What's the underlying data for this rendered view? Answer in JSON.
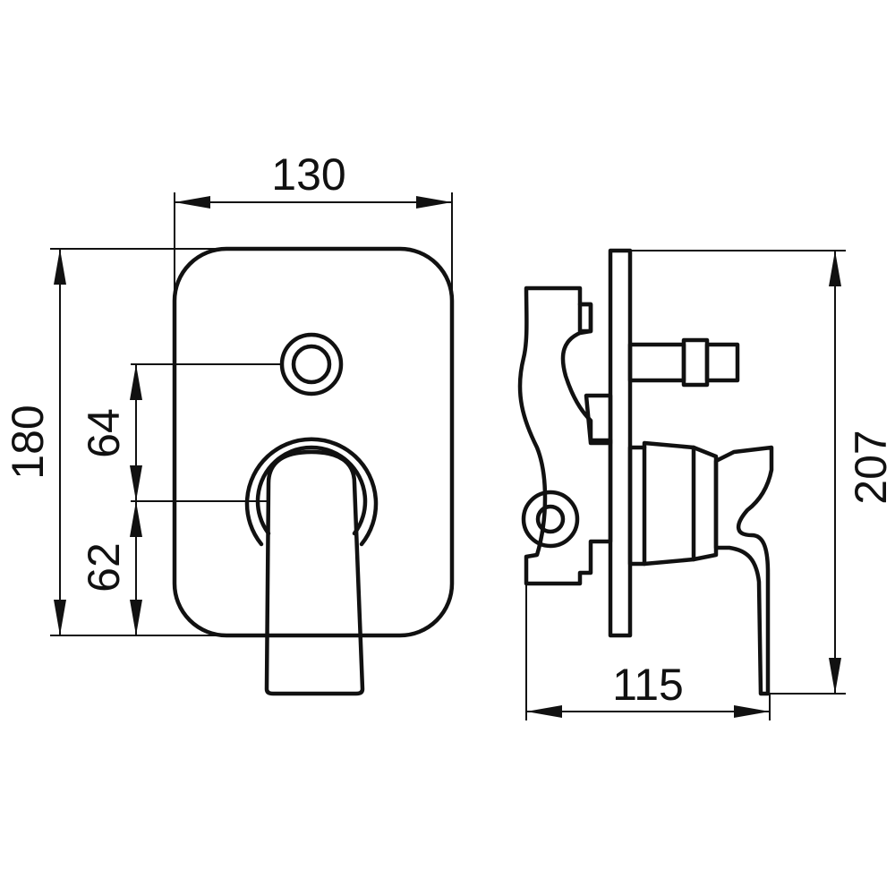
{
  "dimensions": {
    "width_front": "130",
    "height_plate": "180",
    "spacing_upper": "64",
    "spacing_lower": "62",
    "depth_side": "115",
    "height_side": "207"
  }
}
